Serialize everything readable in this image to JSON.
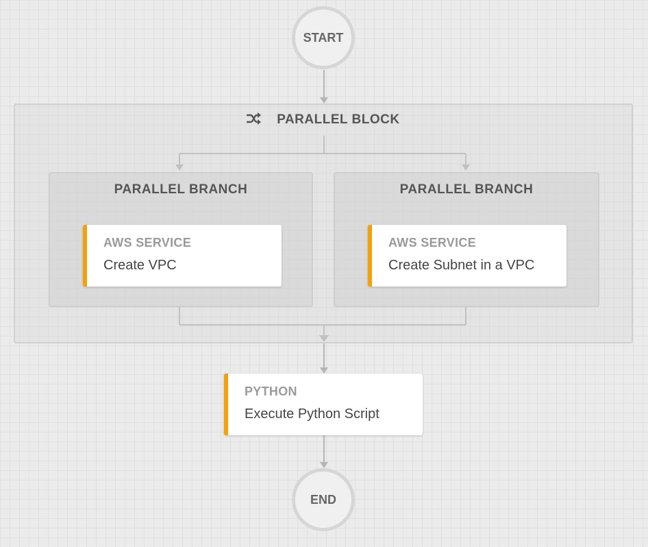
{
  "start": {
    "label": "START"
  },
  "end": {
    "label": "END"
  },
  "parallel_block": {
    "title": "PARALLEL BLOCK",
    "icon": "shuffle-icon",
    "branches": [
      {
        "title": "PARALLEL BRANCH",
        "card": {
          "type": "AWS SERVICE",
          "label": "Create VPC"
        }
      },
      {
        "title": "PARALLEL BRANCH",
        "card": {
          "type": "AWS SERVICE",
          "label": "Create Subnet in a VPC"
        }
      }
    ]
  },
  "python_step": {
    "type": "PYTHON",
    "label": "Execute Python Script"
  },
  "colors": {
    "accent": "#f5a00a",
    "connector": "#b5b5b5",
    "node_border": "#d6d6d6"
  }
}
